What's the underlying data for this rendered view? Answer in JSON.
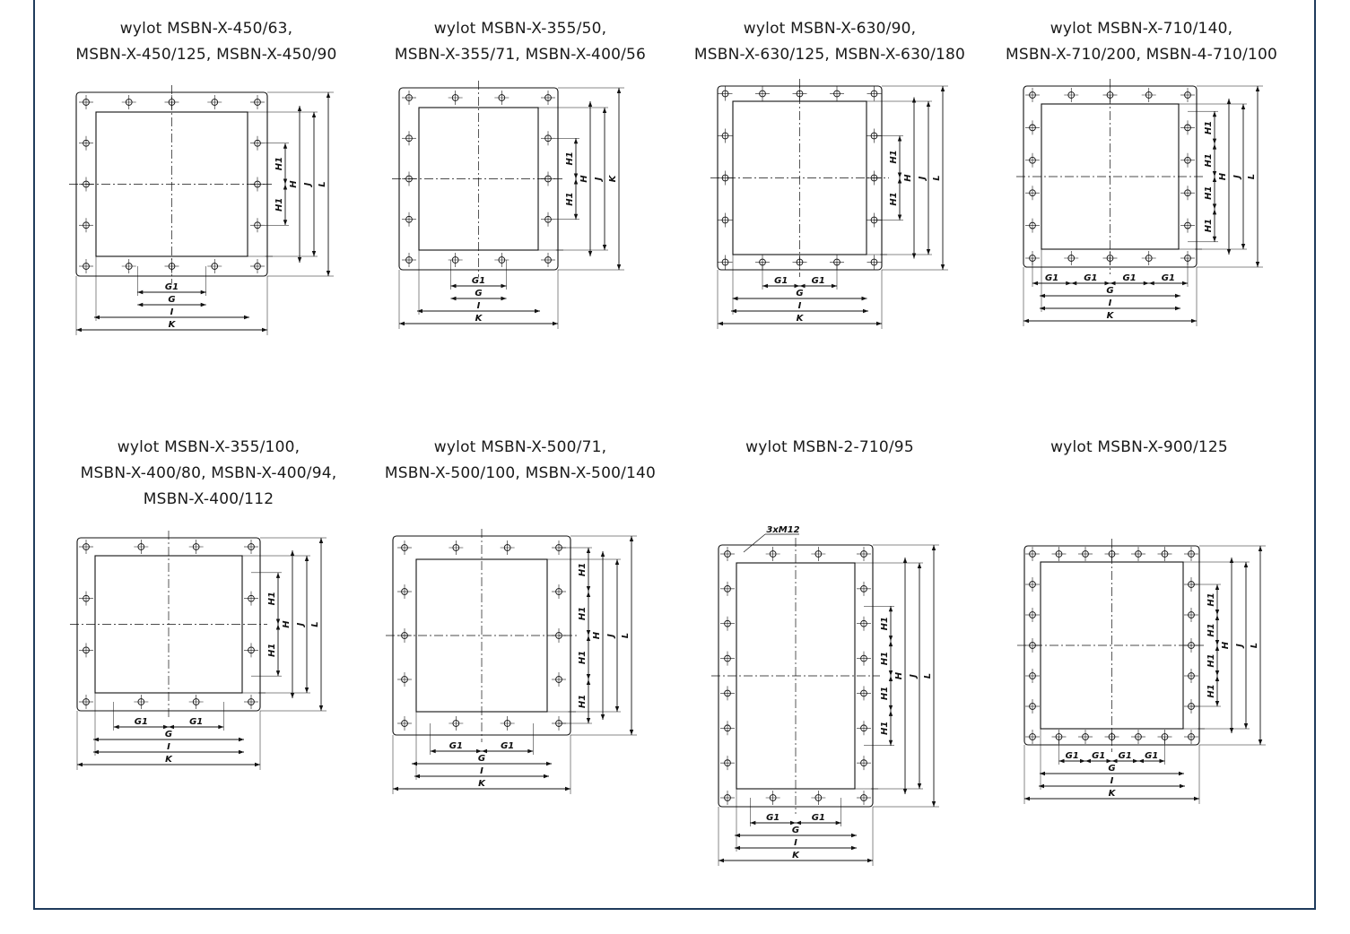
{
  "colors": {
    "frame": "#1f3b5c",
    "line": "#111111"
  },
  "panels": [
    {
      "title": "wylot  MSBN-X-450/63,\nMSBN-X-450/125, MSBN-X-450/90",
      "dims": {
        "g1": "G1",
        "g": "G",
        "i": "I",
        "k": "K",
        "h1": "H1",
        "h": "H",
        "j": "J",
        "l": "L"
      }
    },
    {
      "title": "wylot MSBN-X-355/50,\nMSBN-X-355/71, MSBN-X-400/56",
      "dims": {
        "g1": "G1",
        "g": "G",
        "i": "I",
        "k": "K",
        "h1": "H1",
        "h": "H",
        "j": "J",
        "l": "K"
      }
    },
    {
      "title": "wylot MSBN-X-630/90,\nMSBN-X-630/125, MSBN-X-630/180",
      "dims": {
        "g1": "G1",
        "g": "G",
        "i": "I",
        "k": "K",
        "h1": "H1",
        "h": "H",
        "j": "J",
        "l": "L"
      }
    },
    {
      "title": "wylot MSBN-X-710/140,\nMSBN-X-710/200, MSBN-4-710/100",
      "dims": {
        "g1": "G1",
        "g": "G",
        "i": "I",
        "k": "K",
        "h1": "H1",
        "h": "H",
        "j": "J",
        "l": "L"
      }
    },
    {
      "title": "wylot MSBN-X-355/100,\nMSBN-X-400/80, MSBN-X-400/94,\nMSBN-X-400/112",
      "dims": {
        "g1": "G1",
        "g": "G",
        "i": "I",
        "k": "K",
        "h1": "H1",
        "h": "H",
        "j": "J",
        "l": "L"
      }
    },
    {
      "title": "wylot MSBN-X-500/71,\nMSBN-X-500/100, MSBN-X-500/140",
      "dims": {
        "g1": "G1",
        "g": "G",
        "i": "I",
        "k": "K",
        "h1": "H1",
        "h": "H",
        "j": "J",
        "l": "L"
      }
    },
    {
      "title": "wylot MSBN-2-710/95",
      "dims": {
        "g1": "G1",
        "g": "G",
        "i": "I",
        "k": "K",
        "h1": "H1",
        "h": "H",
        "j": "J",
        "l": "L"
      },
      "callout": "3xM12"
    },
    {
      "title": "wylot MSBN-X-900/125",
      "dims": {
        "g1": "G1",
        "g": "G",
        "i": "I",
        "k": "K",
        "h1": "H1",
        "h": "H",
        "j": "J",
        "l": "L"
      }
    }
  ]
}
